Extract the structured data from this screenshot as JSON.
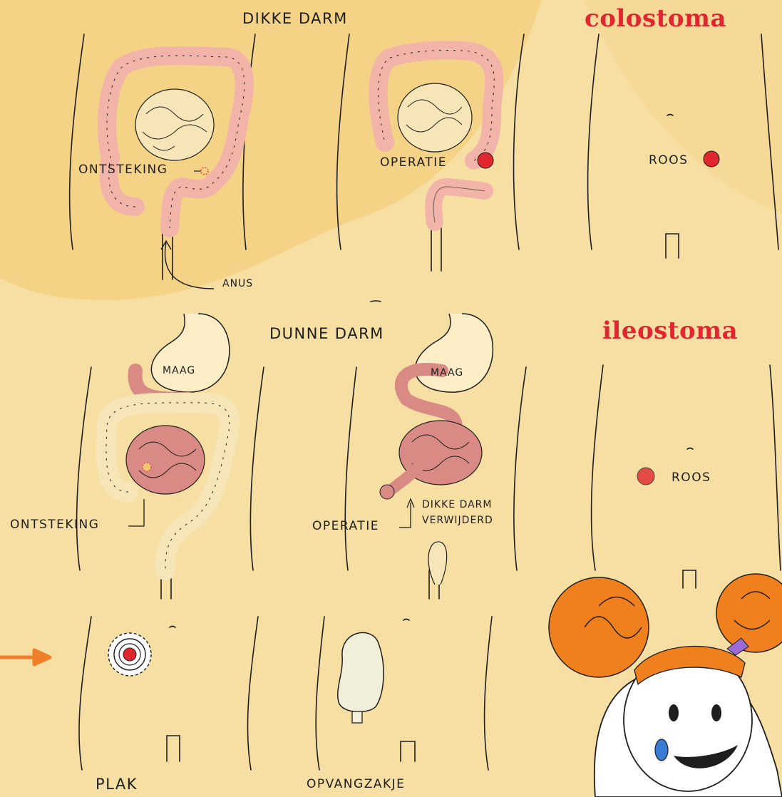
{
  "titles": {
    "colostoma": "colostoma",
    "ileostoma": "ileostoma"
  },
  "labels": {
    "dikke_darm": "DIKKE DARM",
    "dunne_darm": "DUNNE DARM",
    "ontsteking_top": "ONTSTEKING",
    "operatie_top": "OPERATIE",
    "roos_top": "ROOS",
    "anus": "ANUS",
    "maag_left": "MAAG",
    "maag_mid": "MAAG",
    "ontsteking_bottom": "ONTSTEKING",
    "operatie_bottom": "OPERATIE",
    "dikke_darm_verwijderd_1": "DIKKE DARM",
    "dikke_darm_verwijderd_2": "VERWIJDERD",
    "roos_bottom": "ROOS",
    "plak": "PLAK",
    "opvangzakje": "OPVANGZAKJE"
  },
  "colors": {
    "background": "#f7dfa3",
    "title": "#e0262f",
    "colon": "#f2b3a8",
    "small_intestine": "#f6e6b7",
    "small_intestine_dark": "#d98a84",
    "stoma": "#e0262f",
    "arrow": "#ef7d2a",
    "hair": "#f0801e",
    "pouch": "#f1efd9"
  },
  "icons": [
    "arrow-right-icon",
    "stoma-icon",
    "pouch-icon",
    "girl-illustration"
  ]
}
